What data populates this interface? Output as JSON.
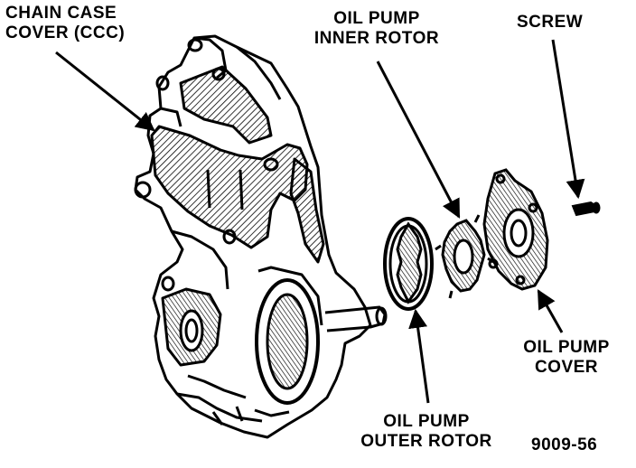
{
  "labels": {
    "chain_case_cover": [
      "CHAIN CASE",
      "COVER (CCC)"
    ],
    "inner_rotor": [
      "OIL PUMP",
      "INNER ROTOR"
    ],
    "screw": "SCREW",
    "pump_cover": [
      "OIL PUMP",
      "COVER"
    ],
    "outer_rotor": [
      "OIL PUMP",
      "OUTER ROTOR"
    ],
    "figure_number": "9009-56"
  },
  "colors": {
    "ink": "#000000",
    "paper": "#ffffff"
  }
}
